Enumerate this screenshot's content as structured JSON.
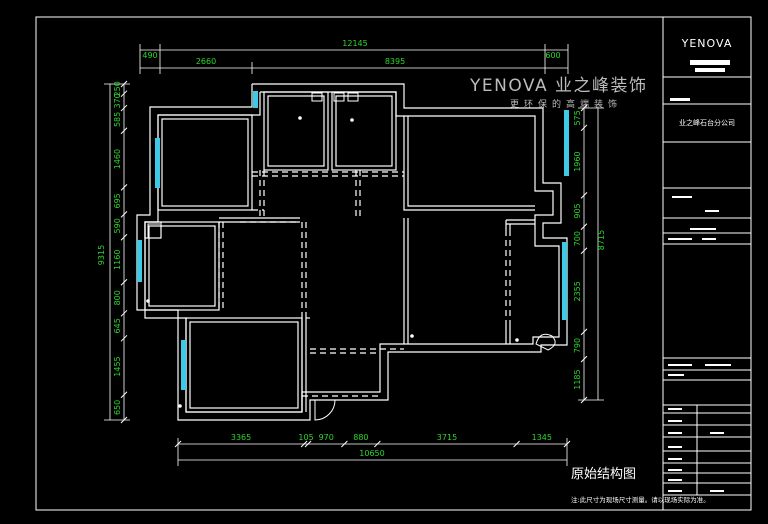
{
  "title_block": {
    "logo": "YENOVA",
    "company": "业之峰石台分公司",
    "drawing_title": "原始结构图",
    "bottom_note": "注:此尺寸为现场尺寸测量。请以现场实际为准。"
  },
  "watermark": {
    "brand": "YENOVA 业之峰装饰",
    "slogan": "更环保的高端装饰"
  },
  "dimensions": {
    "top_total": "12145",
    "top_left_small": "490",
    "top_right_small": "600",
    "top_seg_1": "2660",
    "top_seg_2": "8395",
    "left_total": "9315",
    "left_segs": [
      "250",
      "370",
      "585",
      "1460",
      "695",
      "590",
      "1160",
      "800",
      "645",
      "1455",
      "650"
    ],
    "right_total": "8715",
    "right_segs": [
      "575",
      "1960",
      "905",
      "700",
      "2355",
      "790",
      "1185"
    ],
    "bottom_segs": [
      "3365",
      "105",
      "970",
      "880",
      "3715",
      "1345"
    ],
    "bottom_total": "10650"
  },
  "colors": {
    "wall": "#ffffff",
    "dimension": "#2bd62b",
    "window": "#3ec9e6",
    "frame": "#ffffff",
    "background": "#000000"
  }
}
